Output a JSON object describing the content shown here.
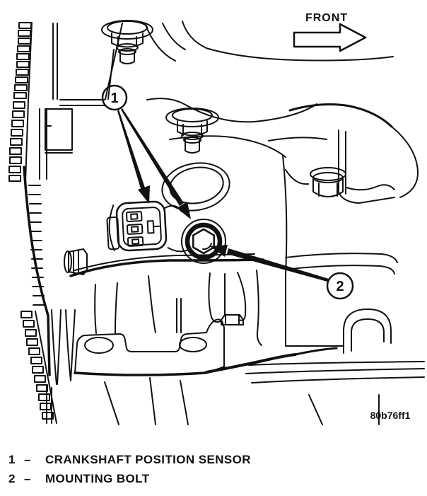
{
  "figure": {
    "front_label": "FRONT",
    "code": "80b76ff1",
    "callouts": [
      {
        "number": "1",
        "target": "crankshaft position sensor"
      },
      {
        "number": "2",
        "target": "mounting bolt"
      }
    ]
  },
  "legend": {
    "items": [
      {
        "number": "1",
        "separator": "–",
        "label": "CRANKSHAFT POSITION SENSOR"
      },
      {
        "number": "2",
        "separator": "–",
        "label": "MOUNTING BOLT"
      }
    ]
  },
  "colors": {
    "line": "#111111",
    "background": "#ffffff"
  }
}
